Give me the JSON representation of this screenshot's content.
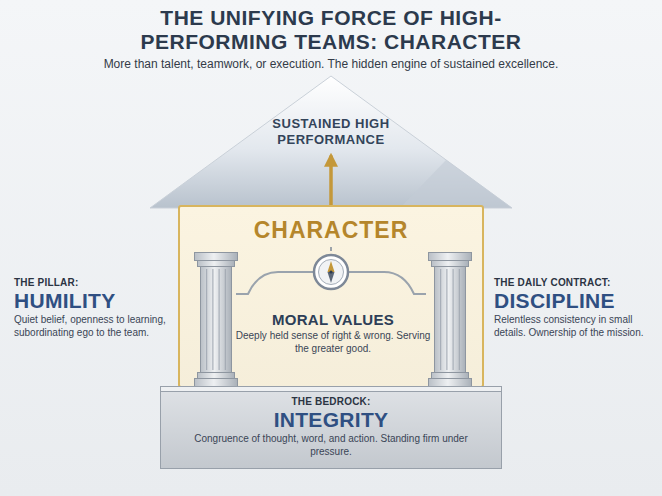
{
  "diagram": {
    "title": "THE UNIFYING FORCE OF HIGH-PERFORMING TEAMS: CHARACTER",
    "nodes": [
      {
        "text": [
          "SUSTAINED HIGH PERFORMANCE"
        ]
      },
      {
        "text": [
          "CHARACTER",
          "MORAL VALUES",
          "Deeply held sense of right & wrong. Serving the greater good."
        ]
      },
      {
        "text": [
          "THE PILLAR:",
          "HUMILITY",
          "Quiet belief, openness to learning, subordinating ego to the team."
        ],
        "in": 1
      },
      {
        "text": [
          "THE DAILY CONTRACT:",
          "DISCIPLINE",
          "Relentless consistency in small details. Ownership of the mission."
        ],
        "in": 1
      },
      {
        "text": [
          "THE BEDROCK:",
          "INTEGRITY",
          "Congruence of thought, word, and action. Standing firm under pressure."
        ]
      }
    ],
    "edges": [
      {
        "from": 1,
        "to": 0,
        "arrow": "to"
      }
    ],
    "labels": [
      "More than talent, teamwork, or execution. The hidden engine of sustained excellence."
    ]
  }
}
